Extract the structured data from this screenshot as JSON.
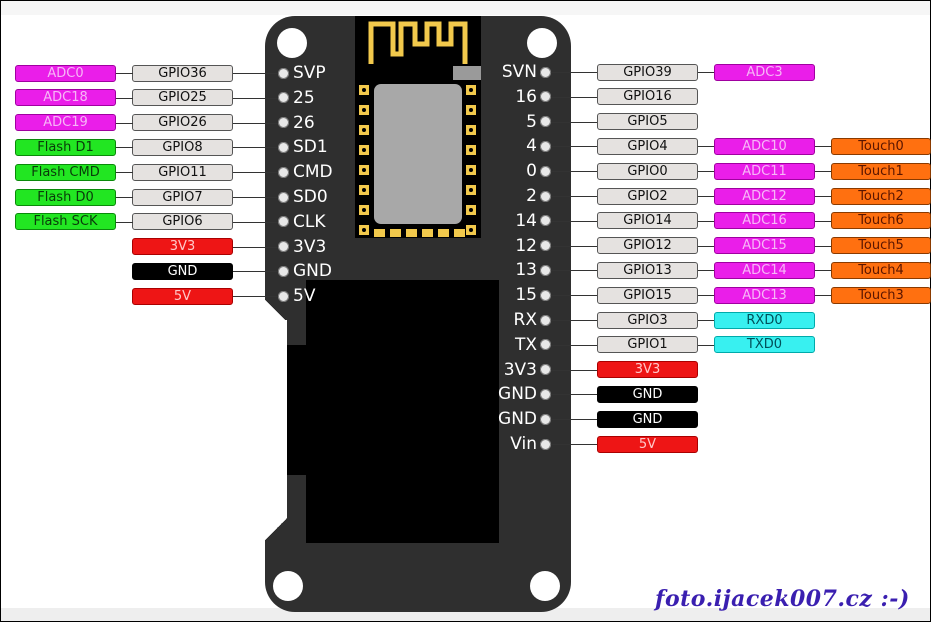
{
  "left_pins": [
    {
      "label": "SVP",
      "gpio": "GPIO36",
      "func": "ADC0",
      "func_type": "adc"
    },
    {
      "label": "25",
      "gpio": "GPIO25",
      "func": "ADC18",
      "func_type": "adc"
    },
    {
      "label": "26",
      "gpio": "GPIO26",
      "func": "ADC19",
      "func_type": "adc"
    },
    {
      "label": "SD1",
      "gpio": "GPIO8",
      "func": "Flash D1",
      "func_type": "flash"
    },
    {
      "label": "CMD",
      "gpio": "GPIO11",
      "func": "Flash CMD",
      "func_type": "flash"
    },
    {
      "label": "SD0",
      "gpio": "GPIO7",
      "func": "Flash D0",
      "func_type": "flash"
    },
    {
      "label": "CLK",
      "gpio": "GPIO6",
      "func": "Flash SCK",
      "func_type": "flash"
    },
    {
      "label": "3V3",
      "power": "3V3",
      "power_type": "red"
    },
    {
      "label": "GND",
      "power": "GND",
      "power_type": "black"
    },
    {
      "label": "5V",
      "power": "5V",
      "power_type": "red"
    }
  ],
  "right_pins": [
    {
      "label": "SVN",
      "gpio": "GPIO39",
      "func": "ADC3",
      "func_type": "adc"
    },
    {
      "label": "16",
      "gpio": "GPIO16"
    },
    {
      "label": "5",
      "gpio": "GPIO5"
    },
    {
      "label": "4",
      "gpio": "GPIO4",
      "func": "ADC10",
      "func_type": "adc",
      "touch": "Touch0"
    },
    {
      "label": "0",
      "gpio": "GPIO0",
      "func": "ADC11",
      "func_type": "adc",
      "touch": "Touch1"
    },
    {
      "label": "2",
      "gpio": "GPIO2",
      "func": "ADC12",
      "func_type": "adc",
      "touch": "Touch2"
    },
    {
      "label": "14",
      "gpio": "GPIO14",
      "func": "ADC16",
      "func_type": "adc",
      "touch": "Touch6"
    },
    {
      "label": "12",
      "gpio": "GPIO12",
      "func": "ADC15",
      "func_type": "adc",
      "touch": "Touch5"
    },
    {
      "label": "13",
      "gpio": "GPIO13",
      "func": "ADC14",
      "func_type": "adc",
      "touch": "Touch4"
    },
    {
      "label": "15",
      "gpio": "GPIO15",
      "func": "ADC13",
      "func_type": "adc",
      "touch": "Touch3"
    },
    {
      "label": "RX",
      "gpio": "GPIO3",
      "func": "RXD0",
      "func_type": "cyan"
    },
    {
      "label": "TX",
      "gpio": "GPIO1",
      "func": "TXD0",
      "func_type": "cyan"
    },
    {
      "label": "3V3",
      "power": "3V3",
      "power_type": "red"
    },
    {
      "label": "GND",
      "power": "GND",
      "power_type": "black"
    },
    {
      "label": "GND",
      "power": "GND",
      "power_type": "black"
    },
    {
      "label": "Vin",
      "power": "5V",
      "power_type": "red"
    }
  ],
  "colors": {
    "board": "#2f2f2f",
    "gpio": "#e5e2e0",
    "adc": "#ea1ee9",
    "flash": "#22e622",
    "power_red": "#ee1515",
    "gnd": "#000000",
    "touch": "#ff7010",
    "uart": "#38f0f0",
    "antenna": "#f2c94c"
  },
  "watermark": "foto.ijacek007.cz :-)"
}
